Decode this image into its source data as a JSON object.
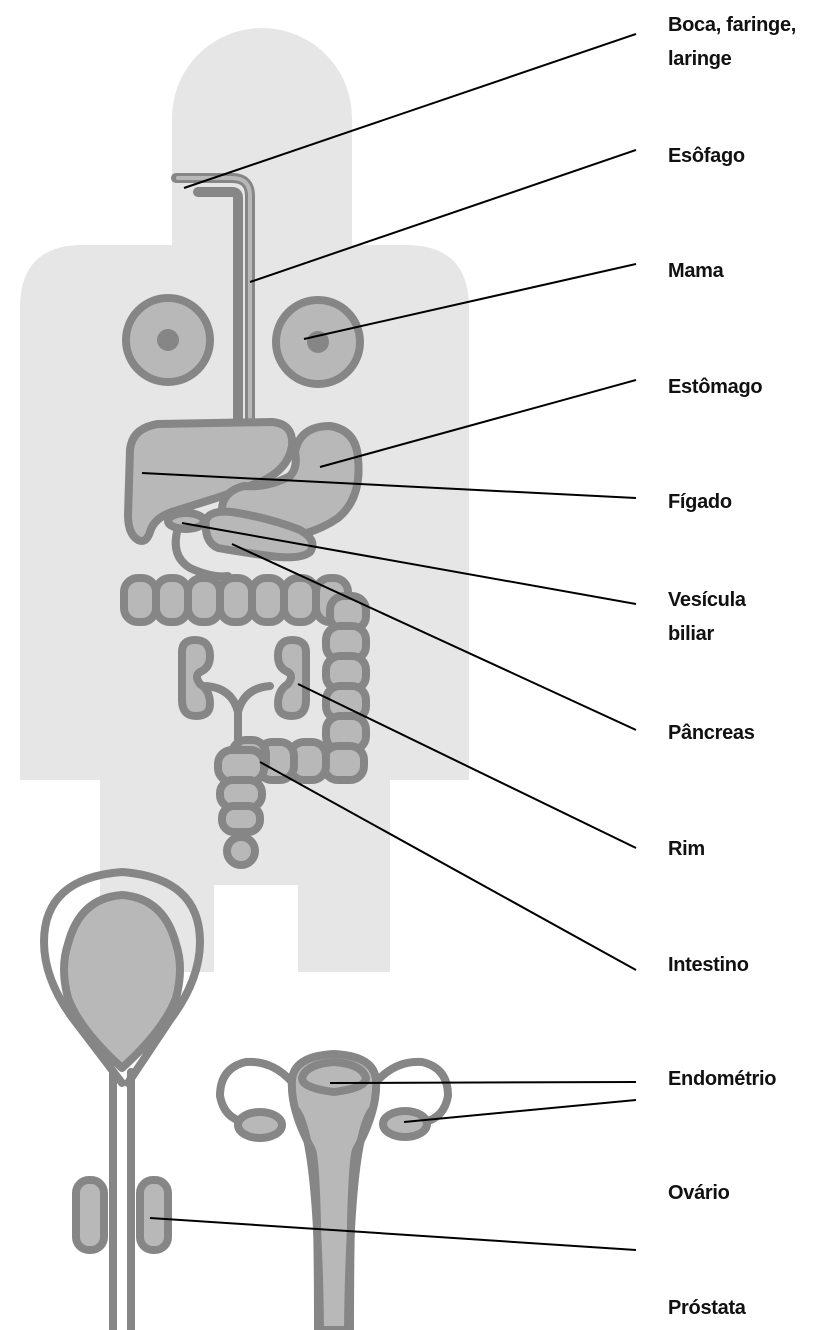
{
  "colors": {
    "body_silhouette": "#e6e6e6",
    "organ_fill": "#b8b8b8",
    "organ_stroke": "#868686",
    "leader_line": "#000000",
    "label_text": "#111111"
  },
  "labels": {
    "boca_faringe_laringe": "Boca, faringe,\nlaringe",
    "esofago": "Esôfago",
    "mama": "Mama",
    "estomago": "Estômago",
    "figado": "Fígado",
    "vesicula_biliar": "Vesícula\nbiliar",
    "pancreas": "Pâncreas",
    "rim": "Rim",
    "intestino": "Intestino",
    "endometrio": "Endométrio",
    "ovario": "Ovário",
    "prostata": "Próstata"
  }
}
